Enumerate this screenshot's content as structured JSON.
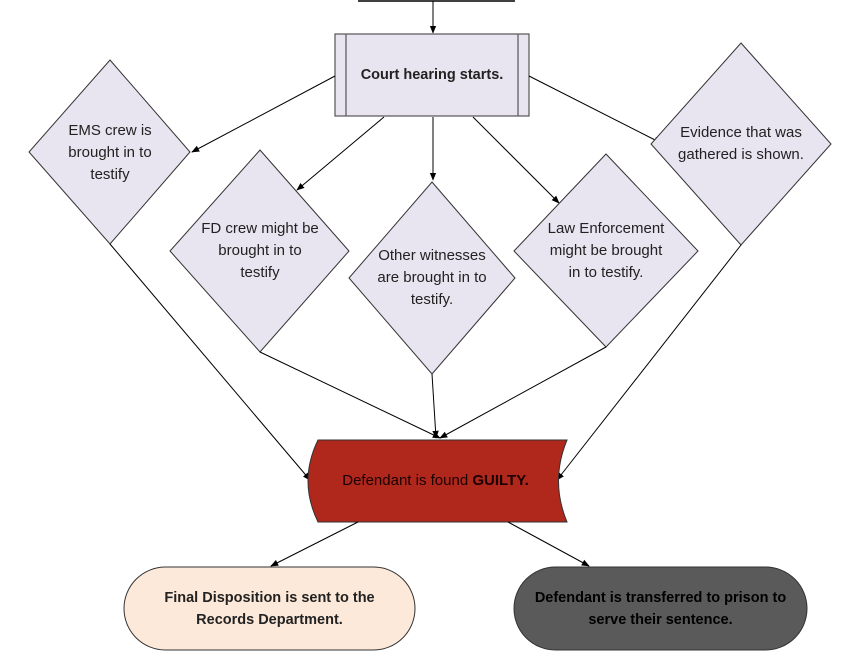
{
  "nodes": {
    "court_hearing": {
      "label": "Court hearing starts."
    },
    "ems_crew": {
      "lines": [
        "EMS crew is",
        "brought in to",
        "testify"
      ]
    },
    "fd_crew": {
      "lines": [
        "FD crew might be",
        "brought in to",
        "testify"
      ]
    },
    "other_witnesses": {
      "lines": [
        "Other witnesses",
        "are brought in to",
        "testify."
      ]
    },
    "law_enforcement": {
      "lines": [
        "Law Enforcement",
        "might be brought",
        "in to testify."
      ]
    },
    "evidence": {
      "lines": [
        "Evidence that was",
        "gathered is shown."
      ]
    },
    "verdict": {
      "prefix": "Defendant is found ",
      "emphasis": "GUILTY."
    },
    "final_disposition": {
      "lines": [
        "Final Disposition is sent to the",
        "Records Department."
      ]
    },
    "prison_transfer": {
      "lines": [
        "Defendant is transferred to prison to",
        "serve their sentence."
      ]
    }
  },
  "colors": {
    "shape_fill": "#e8e4f0",
    "verdict_fill": "#b0271c",
    "disposition_fill": "#fde9d9",
    "prison_fill": "#5a5a5a"
  }
}
